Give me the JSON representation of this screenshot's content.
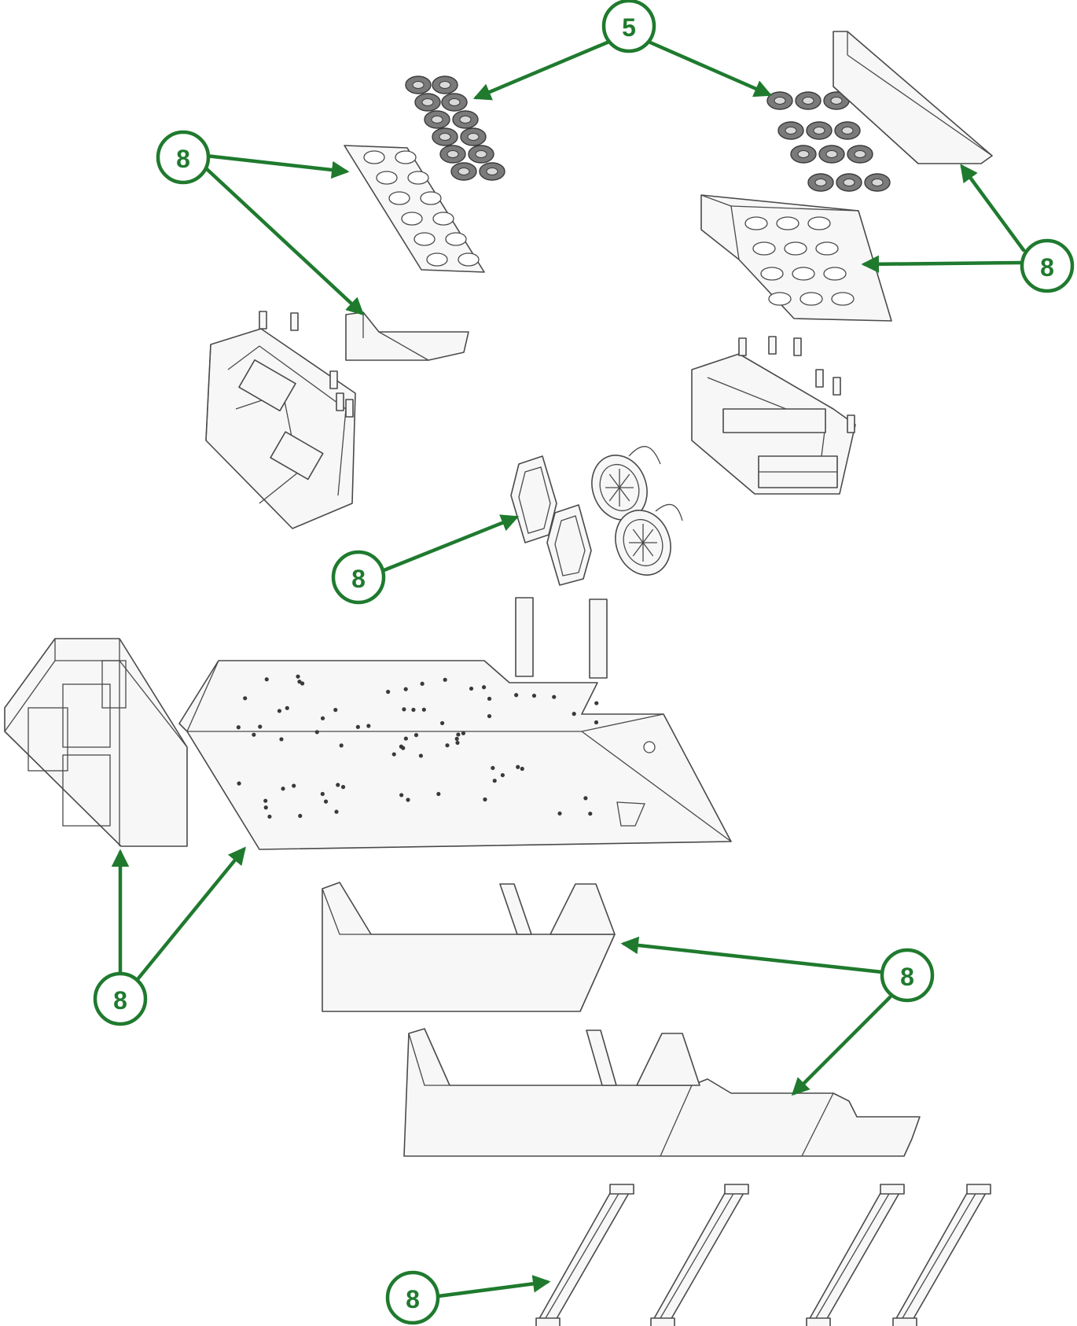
{
  "callout_color": "#1f7a2e",
  "parts": [
    {
      "name": "grommet-set-left",
      "icon": "grommet-icon"
    },
    {
      "name": "grommet-set-right",
      "icon": "grommet-icon"
    },
    {
      "name": "perforated-plate-left",
      "icon": "plate-icon"
    },
    {
      "name": "bracket-left",
      "icon": "bracket-icon"
    },
    {
      "name": "mounting-channel-right",
      "icon": "channel-icon"
    },
    {
      "name": "perforated-plate-right",
      "icon": "plate-icon"
    },
    {
      "name": "module-assembly-left",
      "icon": "module-icon"
    },
    {
      "name": "module-assembly-right",
      "icon": "module-icon"
    },
    {
      "name": "fan-brackets",
      "icon": "bracket-icon"
    },
    {
      "name": "fans",
      "icon": "fan-icon"
    },
    {
      "name": "cage-frame",
      "icon": "frame-icon"
    },
    {
      "name": "main-chassis",
      "icon": "chassis-icon"
    },
    {
      "name": "side-panel-upper",
      "icon": "panel-icon"
    },
    {
      "name": "side-panel-lower",
      "icon": "panel-icon"
    },
    {
      "name": "rails",
      "icon": "rail-icon"
    }
  ],
  "callouts": [
    {
      "id": "callout-5-top",
      "label": "5"
    },
    {
      "id": "callout-8-top-left",
      "label": "8"
    },
    {
      "id": "callout-8-top-right",
      "label": "8"
    },
    {
      "id": "callout-8-fan",
      "label": "8"
    },
    {
      "id": "callout-8-bottom-left",
      "label": "8"
    },
    {
      "id": "callout-8-side-panels",
      "label": "8"
    },
    {
      "id": "callout-8-rails",
      "label": "8"
    }
  ]
}
